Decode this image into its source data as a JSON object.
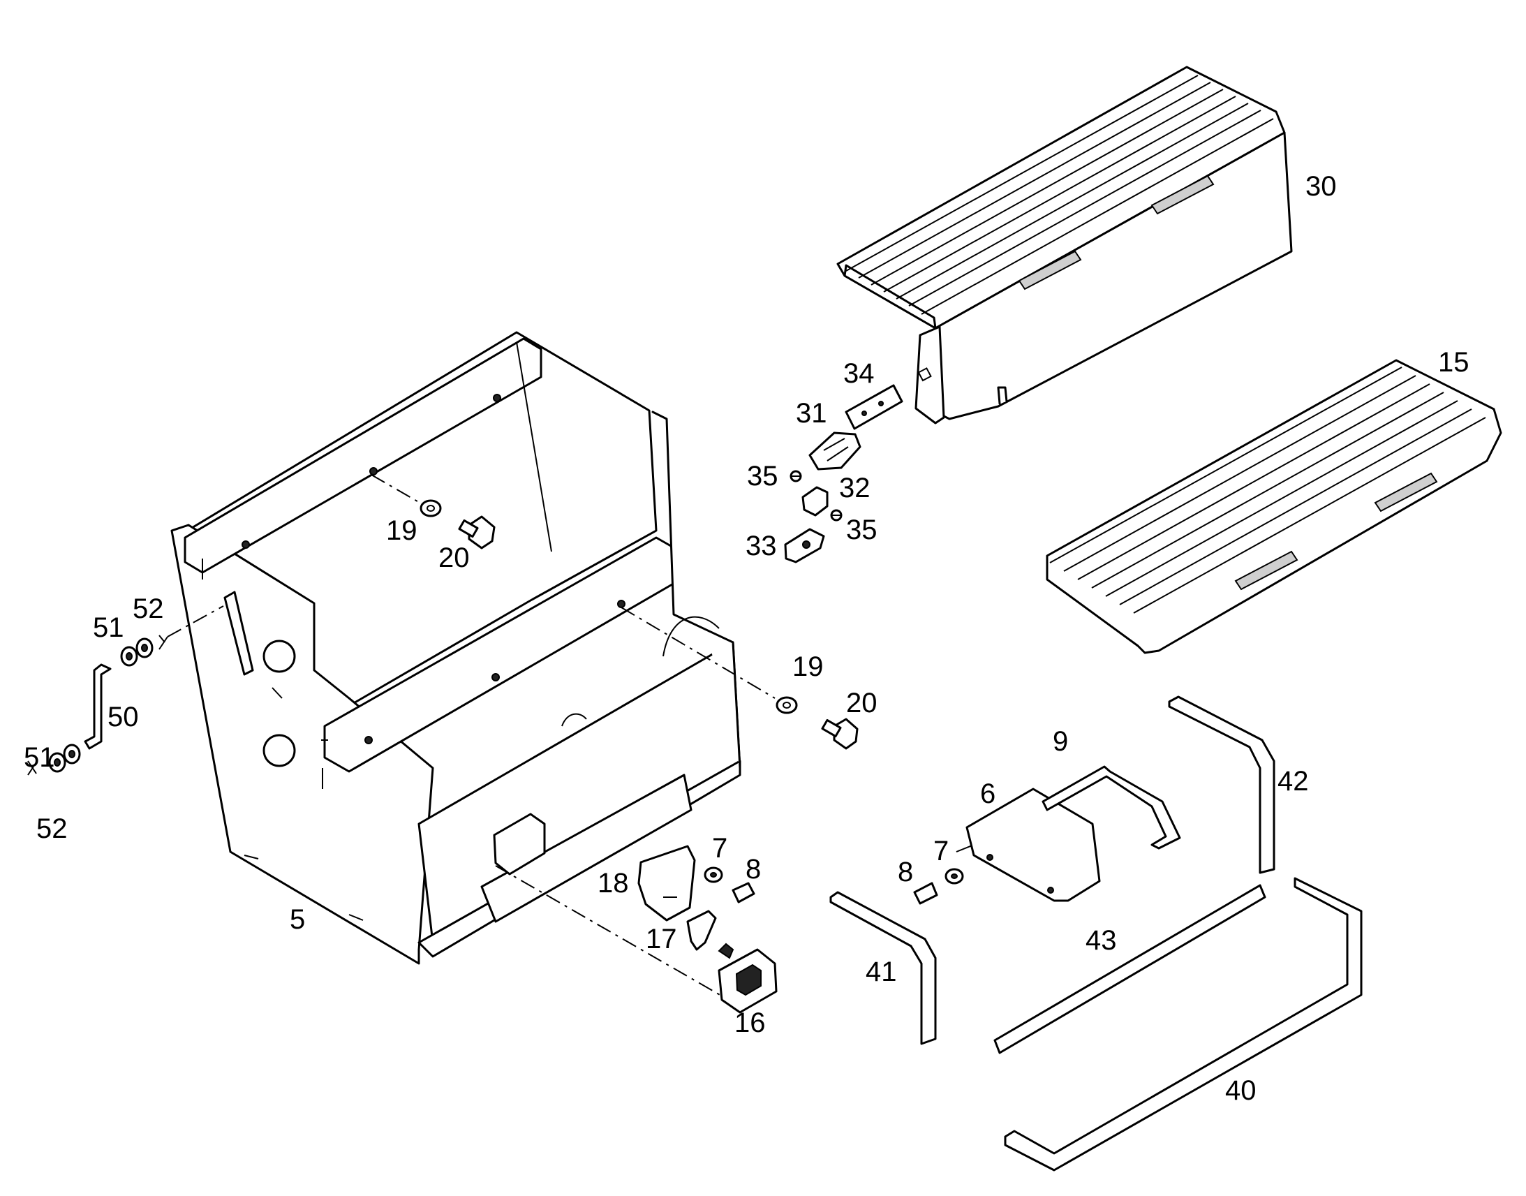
{
  "callouts": [
    {
      "id": "c30",
      "text": "30"
    },
    {
      "id": "c15",
      "text": "15"
    },
    {
      "id": "c34",
      "text": "34"
    },
    {
      "id": "c31",
      "text": "31"
    },
    {
      "id": "c35a",
      "text": "35"
    },
    {
      "id": "c32",
      "text": "32"
    },
    {
      "id": "c33",
      "text": "33"
    },
    {
      "id": "c35b",
      "text": "35"
    },
    {
      "id": "c19a",
      "text": "19"
    },
    {
      "id": "c20a",
      "text": "20"
    },
    {
      "id": "c52a",
      "text": "52"
    },
    {
      "id": "c51a",
      "text": "51"
    },
    {
      "id": "c50",
      "text": "50"
    },
    {
      "id": "c51b",
      "text": "51"
    },
    {
      "id": "c52b",
      "text": "52"
    },
    {
      "id": "c19b",
      "text": "19"
    },
    {
      "id": "c20b",
      "text": "20"
    },
    {
      "id": "c9",
      "text": "9"
    },
    {
      "id": "c42",
      "text": "42"
    },
    {
      "id": "c6",
      "text": "6"
    },
    {
      "id": "c7a",
      "text": "7"
    },
    {
      "id": "c8a",
      "text": "8"
    },
    {
      "id": "c18",
      "text": "18"
    },
    {
      "id": "c17",
      "text": "17"
    },
    {
      "id": "c16",
      "text": "16"
    },
    {
      "id": "c5",
      "text": "5"
    },
    {
      "id": "c8b",
      "text": "8"
    },
    {
      "id": "c7b",
      "text": "7"
    },
    {
      "id": "c43",
      "text": "43"
    },
    {
      "id": "c41",
      "text": "41"
    },
    {
      "id": "c40",
      "text": "40"
    }
  ]
}
